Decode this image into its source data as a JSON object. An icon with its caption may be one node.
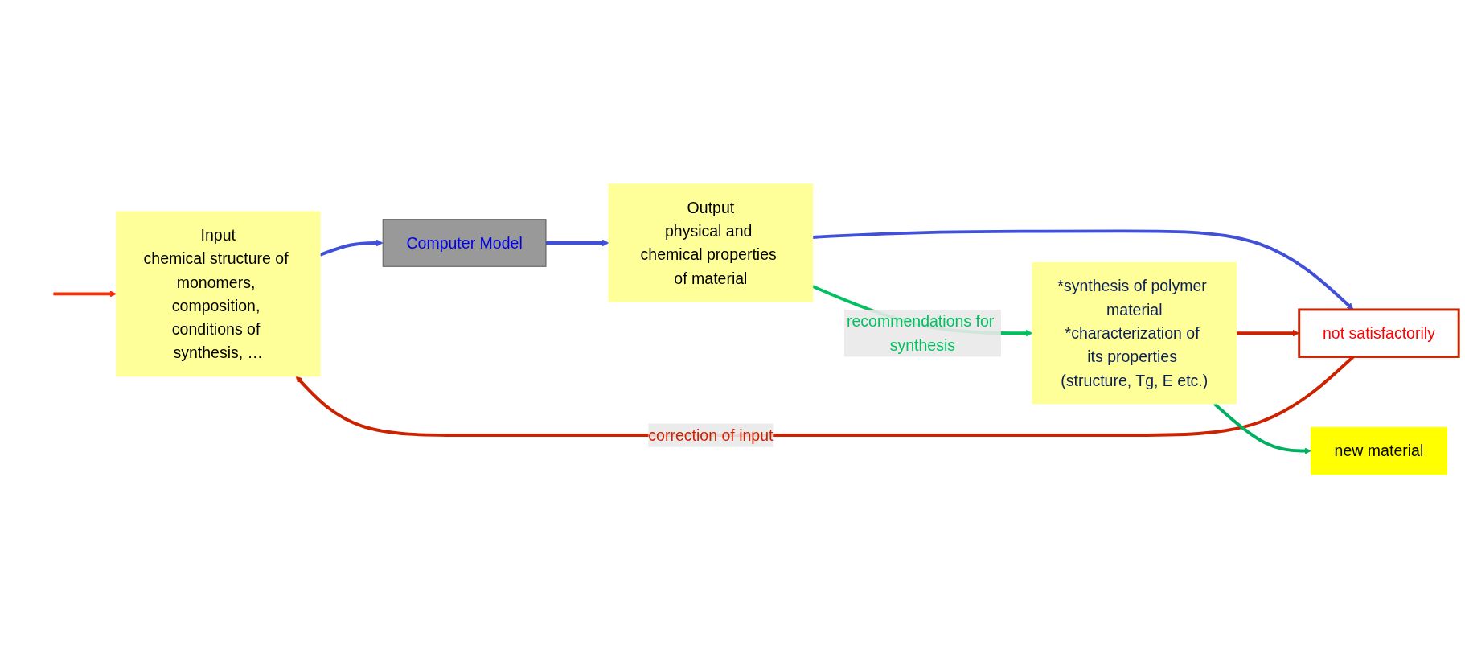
{
  "diagram": {
    "nodes": [
      {
        "text": [
          "Input",
          "chemical structure of monomers, composition, conditions of synthesis, …"
        ]
      },
      {
        "text": [
          "Computer Model"
        ]
      },
      {
        "text": [
          "Output",
          "physical and chemical properties of material"
        ]
      },
      {
        "text": [
          "not satisfactorily"
        ]
      },
      {
        "text": [
          "*synthesis of polymer material",
          "*characterization of its properties (structure, Tg, E etc.)"
        ]
      },
      {
        "text": [
          "new material"
        ]
      }
    ],
    "edges": [
      {
        "from": null,
        "to": 0,
        "arrow": "to",
        "color": "#ff2a00"
      },
      {
        "from": 0,
        "to": 1,
        "arrow": "to"
      },
      {
        "from": 1,
        "to": 2,
        "arrow": "to"
      },
      {
        "from": 2,
        "to": 3,
        "arrow": "to"
      },
      {
        "from": 3,
        "to": 0,
        "arrow": "to",
        "label": "correction of input",
        "color": "#cc2200"
      },
      {
        "from": 2,
        "to": 4,
        "arrow": "to",
        "label": "recommendations for synthesis",
        "color": "#00c060"
      },
      {
        "from": 4,
        "to": 3,
        "arrow": "to",
        "color": "#cc2200"
      },
      {
        "from": 4,
        "to": 5,
        "arrow": "to",
        "color": "#00b060"
      }
    ]
  }
}
